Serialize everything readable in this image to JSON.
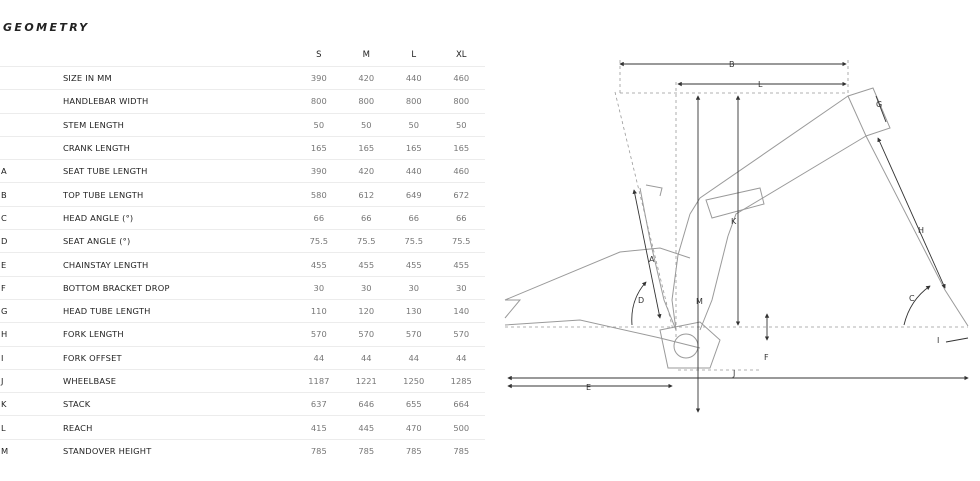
{
  "title": "GEOMETRY",
  "sizes": [
    "S",
    "M",
    "L",
    "XL"
  ],
  "rows": [
    {
      "letter": "",
      "name": "SIZE IN MM",
      "values": [
        "390",
        "420",
        "440",
        "460"
      ]
    },
    {
      "letter": "",
      "name": "HANDLEBAR WIDTH",
      "values": [
        "800",
        "800",
        "800",
        "800"
      ]
    },
    {
      "letter": "",
      "name": "STEM LENGTH",
      "values": [
        "50",
        "50",
        "50",
        "50"
      ]
    },
    {
      "letter": "",
      "name": "CRANK LENGTH",
      "values": [
        "165",
        "165",
        "165",
        "165"
      ]
    },
    {
      "letter": "A",
      "name": "SEAT TUBE LENGTH",
      "values": [
        "390",
        "420",
        "440",
        "460"
      ]
    },
    {
      "letter": "B",
      "name": "TOP TUBE LENGTH",
      "values": [
        "580",
        "612",
        "649",
        "672"
      ]
    },
    {
      "letter": "C",
      "name": "HEAD ANGLE (°)",
      "values": [
        "66",
        "66",
        "66",
        "66"
      ]
    },
    {
      "letter": "D",
      "name": "SEAT ANGLE (°)",
      "values": [
        "75.5",
        "75.5",
        "75.5",
        "75.5"
      ]
    },
    {
      "letter": "E",
      "name": "CHAINSTAY LENGTH",
      "values": [
        "455",
        "455",
        "455",
        "455"
      ]
    },
    {
      "letter": "F",
      "name": "BOTTOM BRACKET DROP",
      "values": [
        "30",
        "30",
        "30",
        "30"
      ]
    },
    {
      "letter": "G",
      "name": "HEAD TUBE LENGTH",
      "values": [
        "110",
        "120",
        "130",
        "140"
      ]
    },
    {
      "letter": "H",
      "name": "FORK LENGTH",
      "values": [
        "570",
        "570",
        "570",
        "570"
      ]
    },
    {
      "letter": "I",
      "name": "FORK OFFSET",
      "values": [
        "44",
        "44",
        "44",
        "44"
      ]
    },
    {
      "letter": "J",
      "name": "WHEELBASE",
      "values": [
        "1187",
        "1221",
        "1250",
        "1285"
      ]
    },
    {
      "letter": "K",
      "name": "STACK",
      "values": [
        "637",
        "646",
        "655",
        "664"
      ]
    },
    {
      "letter": "L",
      "name": "REACH",
      "values": [
        "415",
        "445",
        "470",
        "500"
      ]
    },
    {
      "letter": "M",
      "name": "STANDOVER HEIGHT",
      "values": [
        "785",
        "785",
        "785",
        "785"
      ]
    }
  ],
  "diagram_labels": {
    "a": "A",
    "b": "B",
    "c": "C",
    "d": "D",
    "e": "E",
    "f": "F",
    "g": "G",
    "h": "H",
    "i": "I",
    "j": "J",
    "k": "K",
    "l": "L",
    "m": "M"
  }
}
